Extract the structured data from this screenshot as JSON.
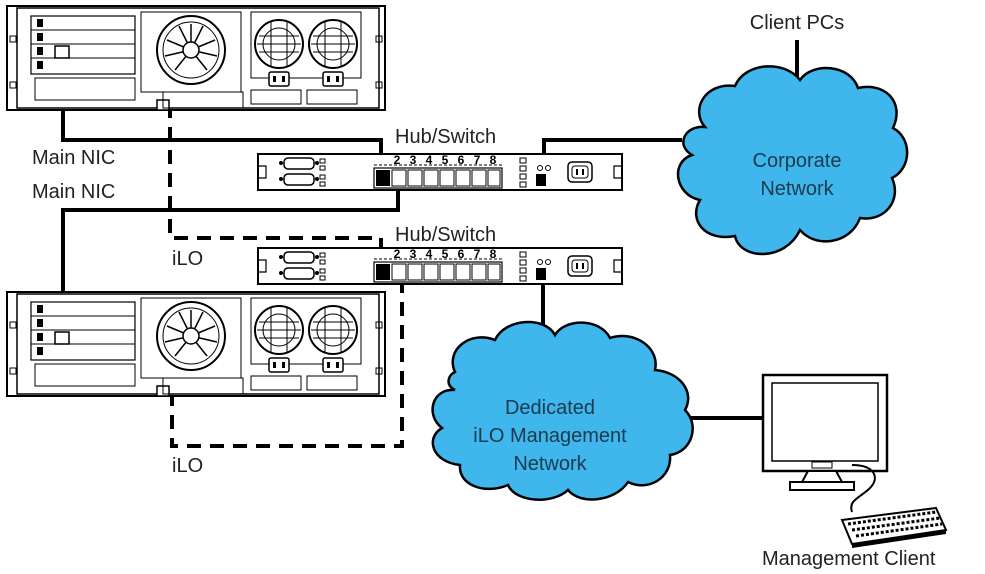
{
  "labels": {
    "client_pcs": "Client PCs",
    "hub_switch_1": "Hub/Switch",
    "hub_switch_2": "Hub/Switch",
    "main_nic_1": "Main NIC",
    "main_nic_2": "Main NIC",
    "ilo_1": "iLO",
    "ilo_2": "iLO",
    "management_client": "Management Client"
  },
  "clouds": {
    "corporate": [
      "Corporate",
      "Network"
    ],
    "management": [
      "Dedicated",
      "iLO Management",
      "Network"
    ]
  },
  "port_numbers": [
    "2",
    "3",
    "4",
    "5",
    "6",
    "7",
    "8"
  ],
  "colors": {
    "cloud_fill": "#3fb6ec",
    "line": "#000000",
    "device_fill": "#ffffff"
  }
}
